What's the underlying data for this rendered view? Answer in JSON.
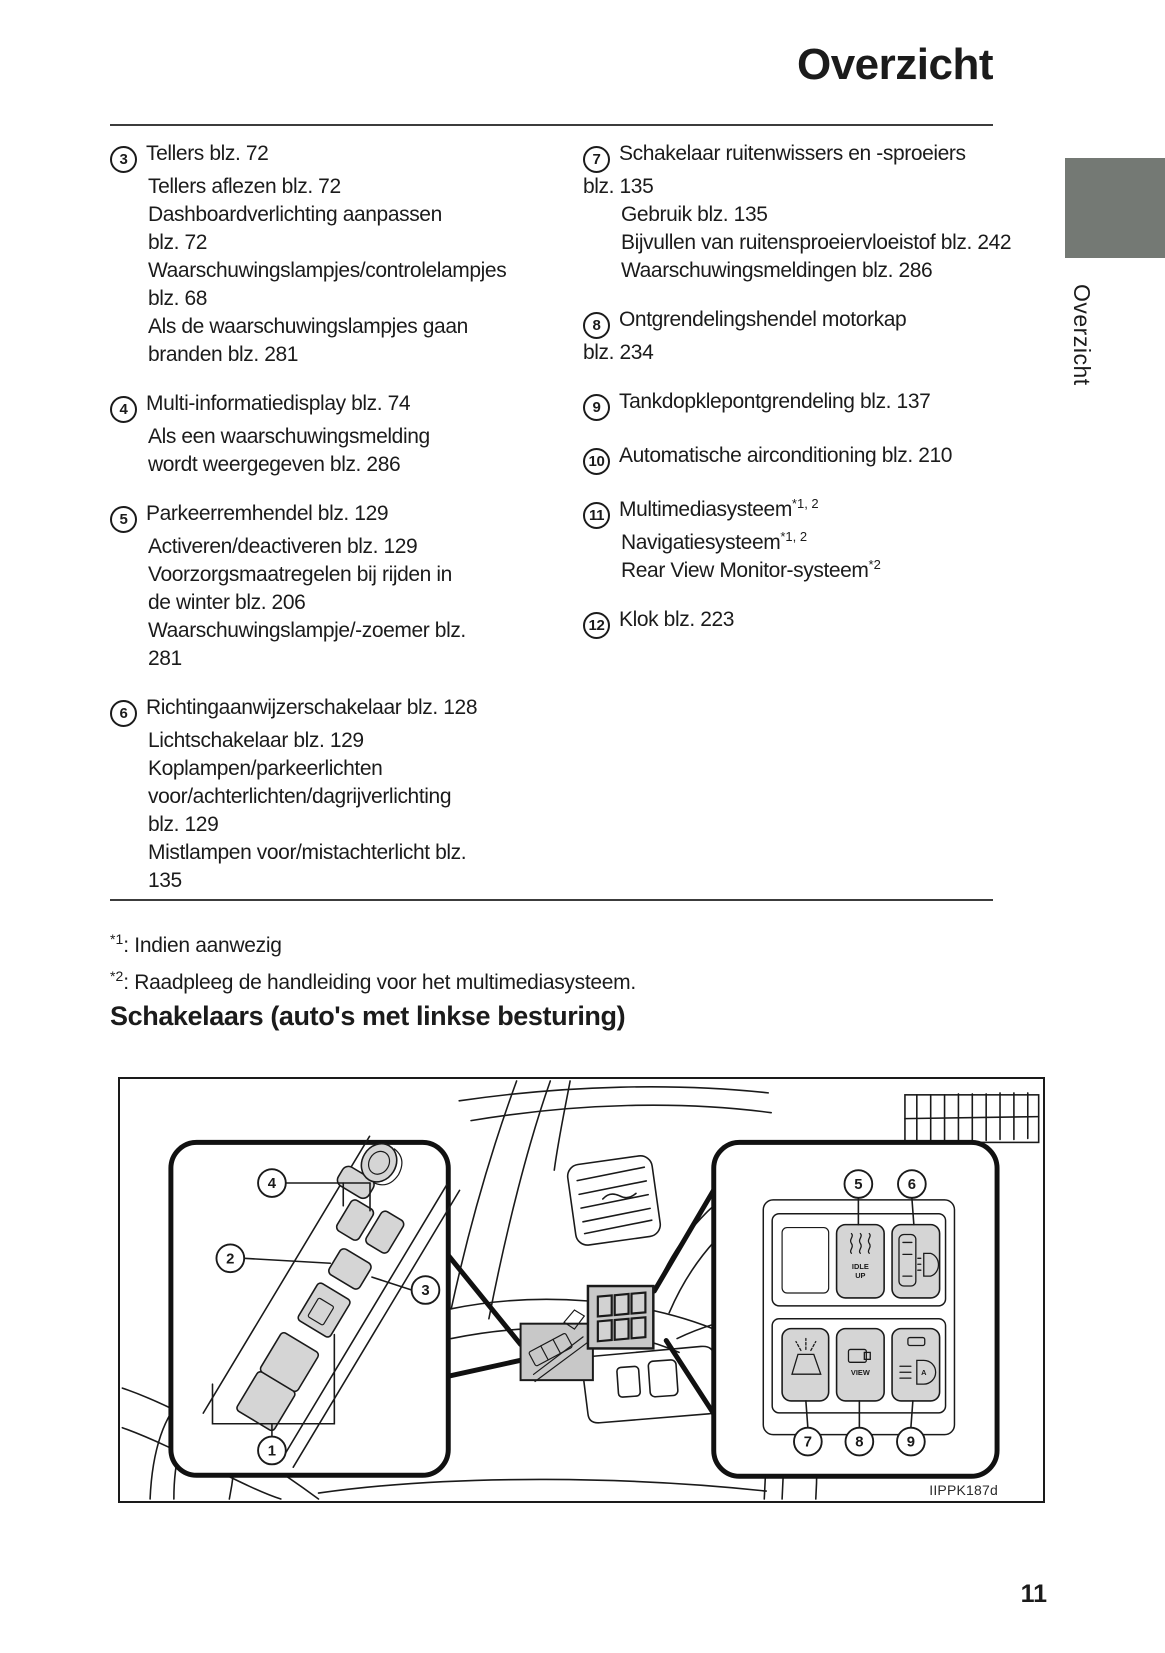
{
  "page": {
    "title": "Overzicht",
    "side_tab": "Overzicht",
    "page_number": "11",
    "section_heading": "Schakelaars (auto's met linkse besturing)",
    "figure_code": "IIPPK187d"
  },
  "footnotes": [
    {
      "marker": "*1",
      "text": ": Indien aanwezig"
    },
    {
      "marker": "*2",
      "text": ": Raadpleeg de handleiding voor het multimediasysteem."
    }
  ],
  "columns": {
    "left": [
      {
        "num": "3",
        "title": "Tellers blz. 72",
        "subs": [
          "Tellers aflezen blz. 72",
          "Dashboardverlichting aanpassen blz. 72",
          "Waarschuwingslampjes/controlelampjes blz. 68",
          "Als de waarschuwingslampjes gaan branden blz. 281"
        ]
      },
      {
        "num": "4",
        "title": "Multi-informatiedisplay blz. 74",
        "subs": [
          "Als een waarschuwingsmelding wordt weergegeven blz. 286"
        ]
      },
      {
        "num": "5",
        "title": "Parkeerremhendel blz. 129",
        "subs": [
          "Activeren/deactiveren blz. 129",
          "Voorzorgsmaatregelen bij rijden in de winter blz. 206",
          "Waarschuwingslampje/-zoemer blz. 281"
        ]
      },
      {
        "num": "6",
        "title": "Richtingaanwijzerschakelaar blz. 128",
        "subs": [
          "Lichtschakelaar blz. 129",
          "Koplampen/parkeerlichten voor/achterlichten/dagrijverlichting blz. 129",
          "Mistlampen voor/mistachterlicht blz. 135"
        ]
      }
    ],
    "right": [
      {
        "num": "7",
        "title": "Schakelaar ruitenwissers en -sproeiers",
        "title2": "blz. 135",
        "subs": [
          "Gebruik blz. 135",
          "Bijvullen van ruitensproeiervloeistof blz. 242",
          "Waarschuwingsmeldingen blz. 286"
        ]
      },
      {
        "num": "8",
        "title": "Ontgrendelingshendel motorkap",
        "title2": "blz. 234"
      },
      {
        "num": "9",
        "title": "Tankdopklepontgrendeling blz. 137"
      },
      {
        "num": "10",
        "title": "Automatische airconditioning blz. 210"
      },
      {
        "num": "11",
        "title": "Multimediasysteem",
        "title_sup": "*1, 2",
        "subs_rich": [
          {
            "text": "Navigatiesysteem",
            "sup": "*1, 2"
          },
          {
            "text": "Rear View Monitor-systeem",
            "sup": "*2"
          }
        ]
      },
      {
        "num": "12",
        "title": "Klok blz. 223"
      }
    ]
  },
  "figure": {
    "callouts": {
      "c1": "1",
      "c2": "2",
      "c3": "3",
      "c4": "4",
      "c5": "5",
      "c6": "6",
      "c7": "7",
      "c8": "8",
      "c9": "9"
    },
    "button_text": {
      "idle_line1": "IDLE",
      "idle_line2": "UP",
      "view": "VIEW"
    }
  },
  "colors": {
    "tab_gray": "#747974",
    "diagram_button_gray": "#d5d5d5",
    "inset_gray": "#c8c8c8"
  }
}
